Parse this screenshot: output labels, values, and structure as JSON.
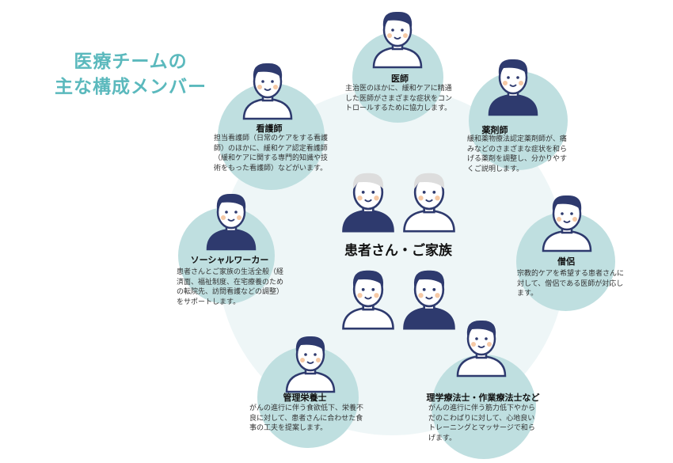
{
  "title": {
    "line1": "医療チームの",
    "line2": "主な構成メンバー"
  },
  "center": "患者さん・ご家族",
  "members": [
    {
      "role": "医師",
      "desc": "主治医のほかに、緩和ケアに精通した医師がさまざまな症状をコントロールするために協力します。"
    },
    {
      "role": "薬剤師",
      "desc": "緩和薬物療法認定薬剤師が、痛みなどのさまざまな症状を和らげる薬剤を調整し、分かりやすくご説明します。"
    },
    {
      "role": "看護師",
      "desc": "担当看護師（日常のケアをする看護師）のほかに、緩和ケア認定看護師（緩和ケアに関する専門的知識や技術をもった看護師）などがいます。"
    },
    {
      "role": "ソーシャルワーカー",
      "desc": "患者さんとご家族の生活全般（経済面、福祉制度、在宅療養のための転院先、訪問看護などの調整）をサポートします。"
    },
    {
      "role": "僧侶",
      "desc": "宗教的ケアを希望する患者さんに対して、僧侶である医師が対応します。"
    },
    {
      "role": "管理栄養士",
      "desc": "がんの進行に伴う食欲低下、栄養不良に対して、患者さんに合わせた食事の工夫を提案します。"
    },
    {
      "role": "理学療法士・作業療法士など",
      "desc": "がんの進行に伴う筋力低下やからだのこわばりに対して、心地良いトレーニングとマッサージで和らげます。"
    }
  ],
  "colors": {
    "accent": "#5bb9bd",
    "circle": "#bfdfe0",
    "navy": "#2e3a6e"
  }
}
